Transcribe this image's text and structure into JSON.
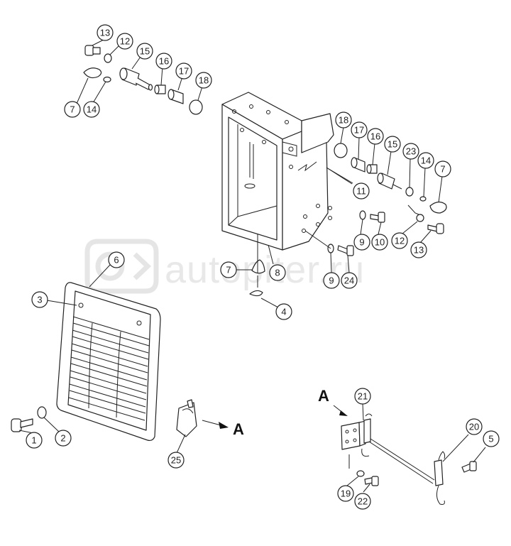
{
  "watermark": {
    "text": "autopiter.ru"
  },
  "view_arrow": {
    "label": "A"
  },
  "callouts": [
    "13",
    "12",
    "15",
    "16",
    "17",
    "18",
    "7",
    "14",
    "18",
    "17",
    "16",
    "15",
    "23",
    "14",
    "7",
    "11",
    "10",
    "9",
    "12",
    "13",
    "9",
    "24",
    "7",
    "8",
    "4",
    "6",
    "3",
    "1",
    "2",
    "25",
    "21",
    "20",
    "5",
    "19",
    "22"
  ]
}
